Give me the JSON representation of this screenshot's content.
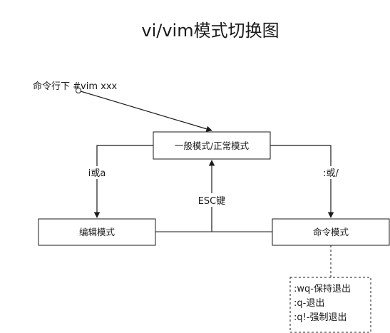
{
  "title": "vi/vim模式切换图",
  "start_label": "命令行下 #vim xxx",
  "nodes": {
    "normal": "一般模式/正常模式",
    "edit": "编辑模式",
    "command": "命令模式"
  },
  "edges": {
    "to_edit": "i或a",
    "to_command": ":或/",
    "esc": "ESC键"
  },
  "commands": [
    ":wq-保持退出",
    ":q-退出",
    ":q!-强制退出"
  ]
}
